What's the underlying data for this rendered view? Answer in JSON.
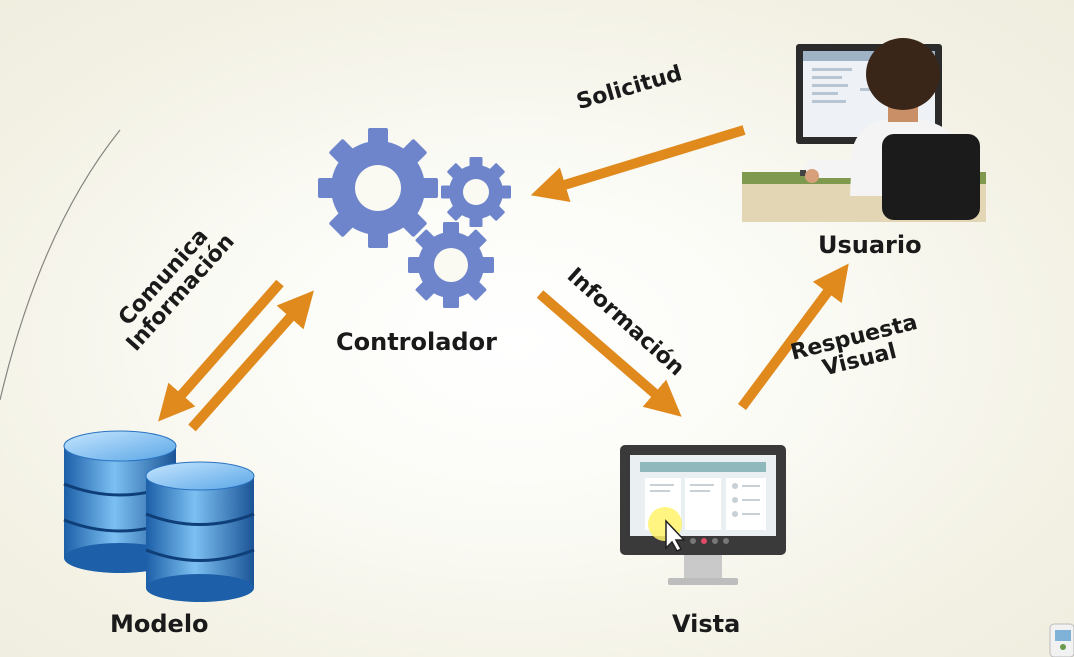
{
  "nodes": {
    "controlador": "Controlador",
    "usuario": "Usuario",
    "modelo": "Modelo",
    "vista": "Vista"
  },
  "edges": {
    "solicitud": "Solicitud",
    "informacion": "Información",
    "respuesta_line1": "Respuesta",
    "respuesta_line2": "Visual",
    "comunica_line1": "Comunica",
    "comunica_line2": "Información"
  },
  "colors": {
    "arrow": "#e08a1e",
    "gear": "#6e85cc",
    "database": "#3d8fd6"
  }
}
